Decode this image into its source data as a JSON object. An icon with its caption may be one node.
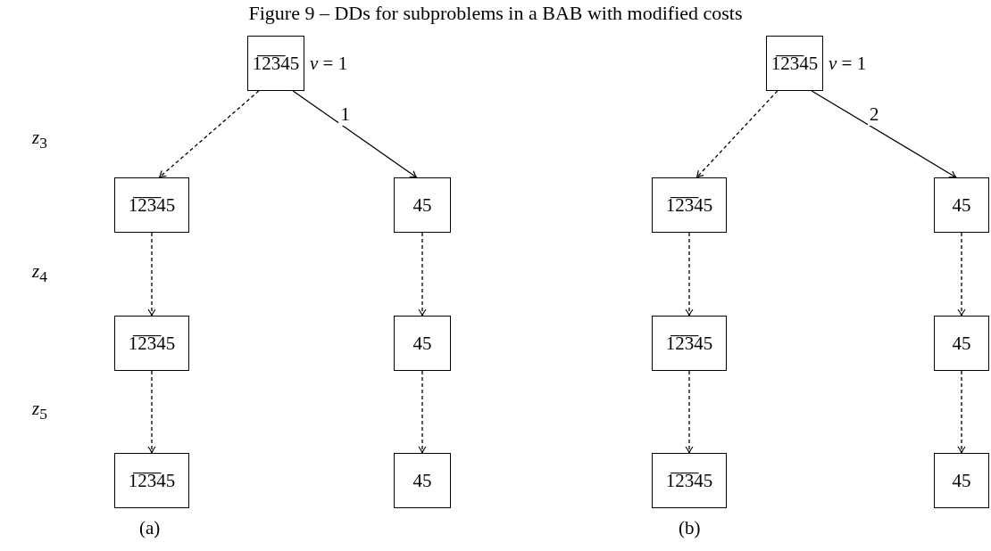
{
  "diagram": {
    "title": "Figure 9 –  DDs for subproblems in a BAB with modified costs",
    "nodes": [
      {
        "text": [
          "1̅2̅3̅45"
        ],
        "beside": [
          "*v* = 1"
        ]
      },
      {
        "text": [
          "1̅2̅3̅45"
        ]
      },
      {
        "text": [
          "1̅2̅3̅45"
        ]
      },
      {
        "text": [
          "1̅2̅3̅45"
        ]
      },
      {
        "text": [
          "45"
        ]
      },
      {
        "text": [
          "45"
        ]
      },
      {
        "text": [
          "45"
        ]
      },
      {
        "text": [
          "1̅2̅3̅45"
        ],
        "beside": [
          "*v* = 1"
        ]
      },
      {
        "text": [
          "1̅2̅3̅45"
        ]
      },
      {
        "text": [
          "1̅2̅3̅45"
        ]
      },
      {
        "text": [
          "1̅2̅3̅45"
        ]
      },
      {
        "text": [
          "45"
        ]
      },
      {
        "text": [
          "45"
        ]
      },
      {
        "text": [
          "45"
        ]
      }
    ],
    "edges": [
      {
        "from": 0,
        "to": 1,
        "arrow": "to",
        "style": "dashed"
      },
      {
        "from": 0,
        "to": 4,
        "arrow": "to",
        "label": "1"
      },
      {
        "from": 1,
        "to": 2,
        "arrow": "to",
        "style": "dashed"
      },
      {
        "from": 2,
        "to": 3,
        "arrow": "to",
        "style": "dashed"
      },
      {
        "from": 4,
        "to": 5,
        "arrow": "to",
        "style": "dashed"
      },
      {
        "from": 5,
        "to": 6,
        "arrow": "to",
        "style": "dashed"
      },
      {
        "from": 7,
        "to": 8,
        "arrow": "to",
        "style": "dashed"
      },
      {
        "from": 7,
        "to": 11,
        "arrow": "to",
        "label": "2"
      },
      {
        "from": 8,
        "to": 9,
        "arrow": "to",
        "style": "dashed"
      },
      {
        "from": 9,
        "to": 10,
        "arrow": "to",
        "style": "dashed"
      },
      {
        "from": 11,
        "to": 12,
        "arrow": "to",
        "style": "dashed"
      },
      {
        "from": 12,
        "to": 13,
        "arrow": "to",
        "style": "dashed"
      }
    ],
    "labels": [
      "*z*$_{3}$",
      "*z*$_{4}$",
      "*z*$_{5}$",
      "(a)",
      "(b)"
    ]
  }
}
